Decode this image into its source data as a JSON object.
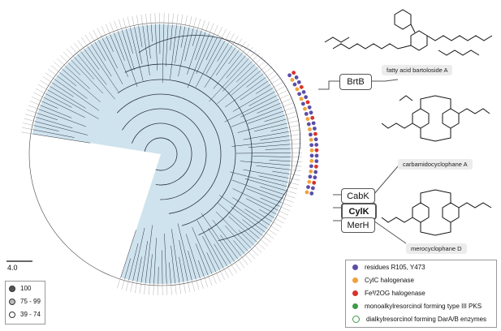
{
  "scale": {
    "label": "4.0"
  },
  "bootstrap": [
    {
      "label": "100",
      "fill": "#555555"
    },
    {
      "label": "75 - 99",
      "fill": "#bbbbbb"
    },
    {
      "label": "39 - 74",
      "fill": "#ffffff"
    }
  ],
  "legend": [
    {
      "text": "residues R105, Y473",
      "color": "#5b4ea8"
    },
    {
      "text": "CylC halogenase",
      "color": "#f0a23a"
    },
    {
      "text": "Feᴵᴵ/2OG halogenase",
      "color": "#d9322b"
    },
    {
      "text": "monoalkylresorcinol forming type III PKS",
      "color": "#3e9a48"
    },
    {
      "text": "dialkylresorcinol forming DarA/B enzymes",
      "color": "#ffffff"
    }
  ],
  "callouts": {
    "brtb": "BrtB",
    "cabk": "CabK",
    "cylk": "CylK",
    "merh": "MerH"
  },
  "captions": {
    "bartoloside": "fatty acid bartoloside A",
    "carbamido": "carbamidocyclophane A",
    "mero": "merocyclophane D"
  },
  "colors": {
    "tree_fill": "#cfe3ee",
    "tree_line": "#2b3440"
  }
}
